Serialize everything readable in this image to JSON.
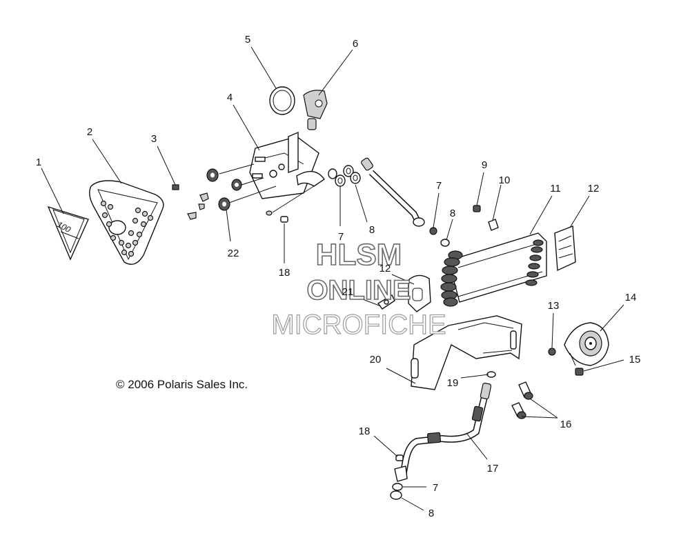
{
  "copyright": "© 2006 Polaris Sales Inc.",
  "watermark": {
    "line1": "HLSM",
    "line2": "ONLINE",
    "line3": "MICROFICHE"
  },
  "emblem_text": "100",
  "callouts": [
    {
      "id": "c1",
      "label": "1"
    },
    {
      "id": "c2",
      "label": "2"
    },
    {
      "id": "c3",
      "label": "3"
    },
    {
      "id": "c4",
      "label": "4"
    },
    {
      "id": "c5",
      "label": "5"
    },
    {
      "id": "c6",
      "label": "6"
    },
    {
      "id": "c7a",
      "label": "7"
    },
    {
      "id": "c7b",
      "label": "7"
    },
    {
      "id": "c7c",
      "label": "7"
    },
    {
      "id": "c8a",
      "label": "8"
    },
    {
      "id": "c8b",
      "label": "8"
    },
    {
      "id": "c8c",
      "label": "8"
    },
    {
      "id": "c9",
      "label": "9"
    },
    {
      "id": "c10",
      "label": "10"
    },
    {
      "id": "c11",
      "label": "11"
    },
    {
      "id": "c12a",
      "label": "12"
    },
    {
      "id": "c12b",
      "label": "12"
    },
    {
      "id": "c13",
      "label": "13"
    },
    {
      "id": "c14",
      "label": "14"
    },
    {
      "id": "c15",
      "label": "15"
    },
    {
      "id": "c16",
      "label": "16"
    },
    {
      "id": "c17",
      "label": "17"
    },
    {
      "id": "c18a",
      "label": "18"
    },
    {
      "id": "c18b",
      "label": "18"
    },
    {
      "id": "c19",
      "label": "19"
    },
    {
      "id": "c20",
      "label": "20"
    },
    {
      "id": "c21",
      "label": "21"
    },
    {
      "id": "c22",
      "label": "22"
    }
  ]
}
